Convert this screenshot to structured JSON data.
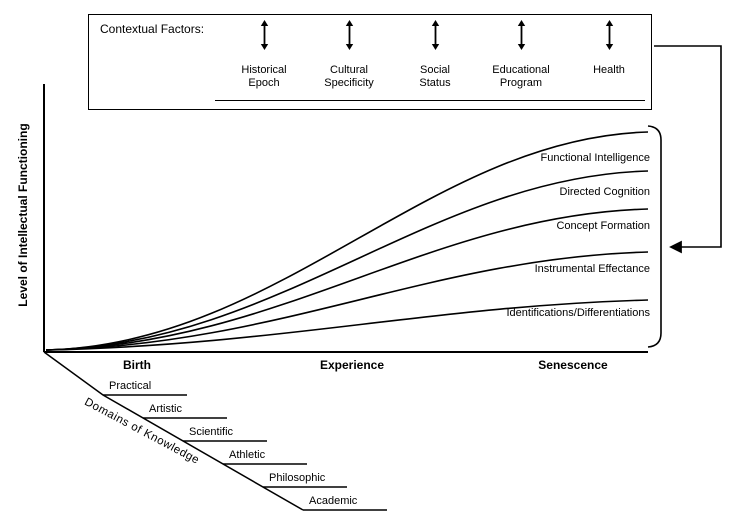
{
  "contextual_box": {
    "title": "Contextual Factors:",
    "factors": [
      "Historical\nEpoch",
      "Cultural\nSpecificity",
      "Social\nStatus",
      "Educational\nProgram",
      "Health"
    ]
  },
  "y_axis_label": "Level of Intellectual Functioning",
  "x_axis_labels": [
    "Birth",
    "Experience",
    "Senescence"
  ],
  "curve_labels": [
    "Functional Intelligence",
    "Directed Cognition",
    "Concept Formation",
    "Instrumental Effectance",
    "Identifications/Differentiations"
  ],
  "domains": {
    "label": "Domains of Knowledge",
    "items": [
      "Practical",
      "Artistic",
      "Scientific",
      "Athletic",
      "Philosophic",
      "Academic"
    ]
  },
  "colors": {
    "line": "#000000",
    "background": "#ffffff"
  }
}
